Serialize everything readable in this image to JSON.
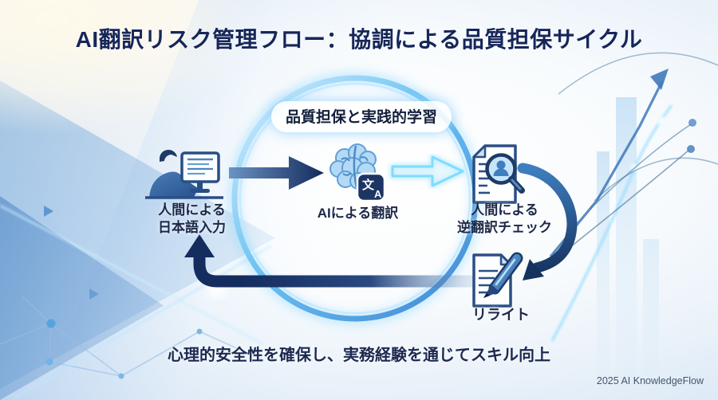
{
  "title": "AI翻訳リスク管理フロー：協調による品質担保サイクル",
  "cycle_label": "品質担保と実践的学習",
  "steps": {
    "input": {
      "line1": "人間による",
      "line2": "日本語入力"
    },
    "translate": {
      "label": "AIによる翻訳"
    },
    "check": {
      "line1": "人間による",
      "line2": "逆翻訳チェック"
    },
    "rewrite": {
      "label": "リライト"
    }
  },
  "translate_badge": {
    "char1": "文",
    "char2": "A"
  },
  "footer": {
    "note": "心理的安全性を確保し、実務経験を通じてスキル向上",
    "credit": "2025 AI KnowledgeFlow"
  },
  "icons": {
    "input": "person-at-computer-icon",
    "translate": "ai-brain-translate-icon",
    "check": "document-magnifier-icon",
    "rewrite": "document-pen-icon"
  },
  "colors": {
    "title_navy": "#16265a",
    "arrow_navy": "#142c5e",
    "ring_blue": "#4a90d9",
    "glow_cyan": "#7fdcff",
    "badge_navy": "#1d3563"
  }
}
